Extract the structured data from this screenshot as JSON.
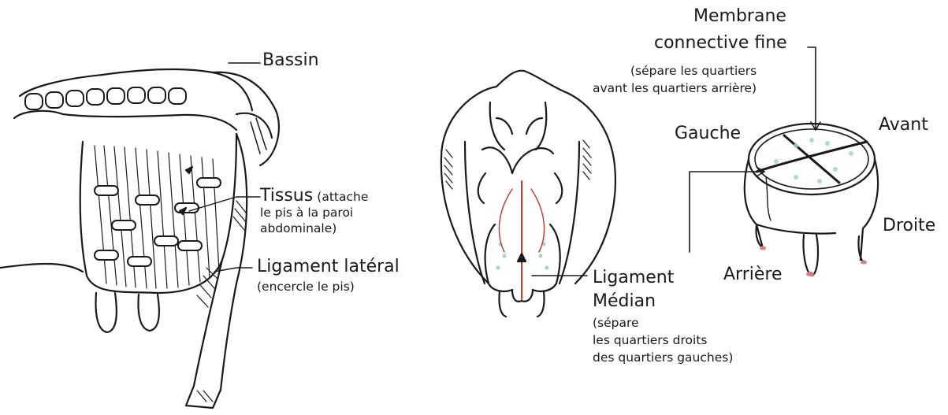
{
  "labels": {
    "bassin": "Bassin",
    "tissus": {
      "title": "Tissus",
      "desc": "(attache",
      "line2": "le pis à la paroi",
      "line3": "abdominale)"
    },
    "ligament_lateral": {
      "title": "Ligament latéral",
      "desc": "(encercle le pis)"
    },
    "ligament_median": {
      "line1": "Ligament",
      "line2": "Médian",
      "line3": "(sépare",
      "line4": "les quartiers droits",
      "line5": "des quartiers gauches)"
    },
    "membrane": {
      "line1": "Membrane",
      "line2": "connective fine",
      "line3": "(sépare les quartiers",
      "line4": "avant les quartiers arrière)"
    },
    "gauche": "Gauche",
    "avant": "Avant",
    "droite": "Droite",
    "arriere": "Arrière"
  },
  "colors": {
    "ink": "#1a1a1a",
    "milk_tissue": "#9fd6cc",
    "teat_tip": "#d98080",
    "median_line": "#c0392b"
  }
}
